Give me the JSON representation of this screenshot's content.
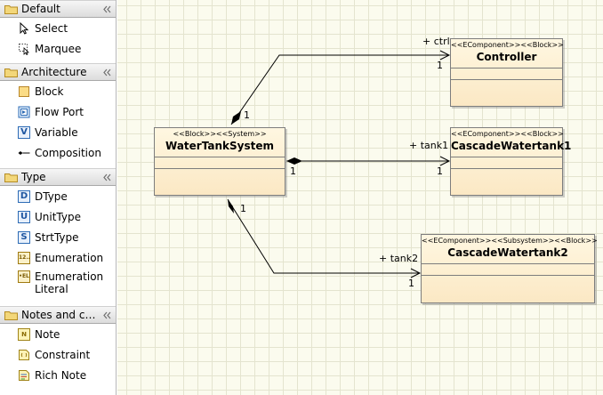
{
  "palette": {
    "drawers": [
      {
        "label": "Default",
        "tools": [
          {
            "label": "Select",
            "icon": "pointer-arrow-icon"
          },
          {
            "label": "Marquee",
            "icon": "marquee-icon"
          }
        ]
      },
      {
        "label": "Architecture",
        "tools": [
          {
            "label": "Block",
            "icon": "block-icon"
          },
          {
            "label": "Flow Port",
            "icon": "flow-port-icon"
          },
          {
            "label": "Variable",
            "icon": "variable-icon",
            "glyph": "V"
          },
          {
            "label": "Composition",
            "icon": "composition-icon"
          }
        ]
      },
      {
        "label": "Type",
        "tools": [
          {
            "label": "DType",
            "icon": "dtype-icon",
            "glyph": "D"
          },
          {
            "label": "UnitType",
            "icon": "unittype-icon",
            "glyph": "U"
          },
          {
            "label": "StrtType",
            "icon": "strttype-icon",
            "glyph": "S"
          },
          {
            "label": "Enumeration",
            "icon": "enumeration-icon",
            "glyph": "12.."
          },
          {
            "label": "Enumeration\nLiteral",
            "icon": "enumeration-literal-icon",
            "glyph": "•EL"
          }
        ]
      },
      {
        "label": "Notes and co...",
        "tools": [
          {
            "label": "Note",
            "icon": "note-icon",
            "glyph": "N"
          },
          {
            "label": "Constraint",
            "icon": "constraint-icon"
          },
          {
            "label": "Rich Note",
            "icon": "rich-note-icon"
          }
        ]
      }
    ]
  },
  "diagram": {
    "nodes": {
      "system": {
        "stereotype": "<<Block>><<System>>",
        "name": "WaterTankSystem"
      },
      "controller": {
        "stereotype": "<<EComponent>><<Block>>",
        "name": "Controller"
      },
      "tank1": {
        "stereotype": "<<EComponent>><<Block>>",
        "name": "CascadeWatertank1"
      },
      "tank2": {
        "stereotype": "<<EComponent>><<Subsystem>><<Block>>",
        "name": "CascadeWatertank2"
      }
    },
    "links": {
      "ctrl": {
        "role": "+ ctrl",
        "source_mult": "1",
        "target_mult": "1"
      },
      "tank1": {
        "role": "+ tank1",
        "source_mult": "1",
        "target_mult": "1"
      },
      "tank2": {
        "role": "+ tank2",
        "source_mult": "1",
        "target_mult": "1"
      }
    }
  },
  "colors": {
    "canvas_bg": "#fbfbee",
    "grid": "#e4e4cf",
    "node_fill_top": "#fff7e1",
    "node_fill_bottom": "#fbe8c4",
    "node_border": "#7d7d7d",
    "link": "#000000"
  }
}
